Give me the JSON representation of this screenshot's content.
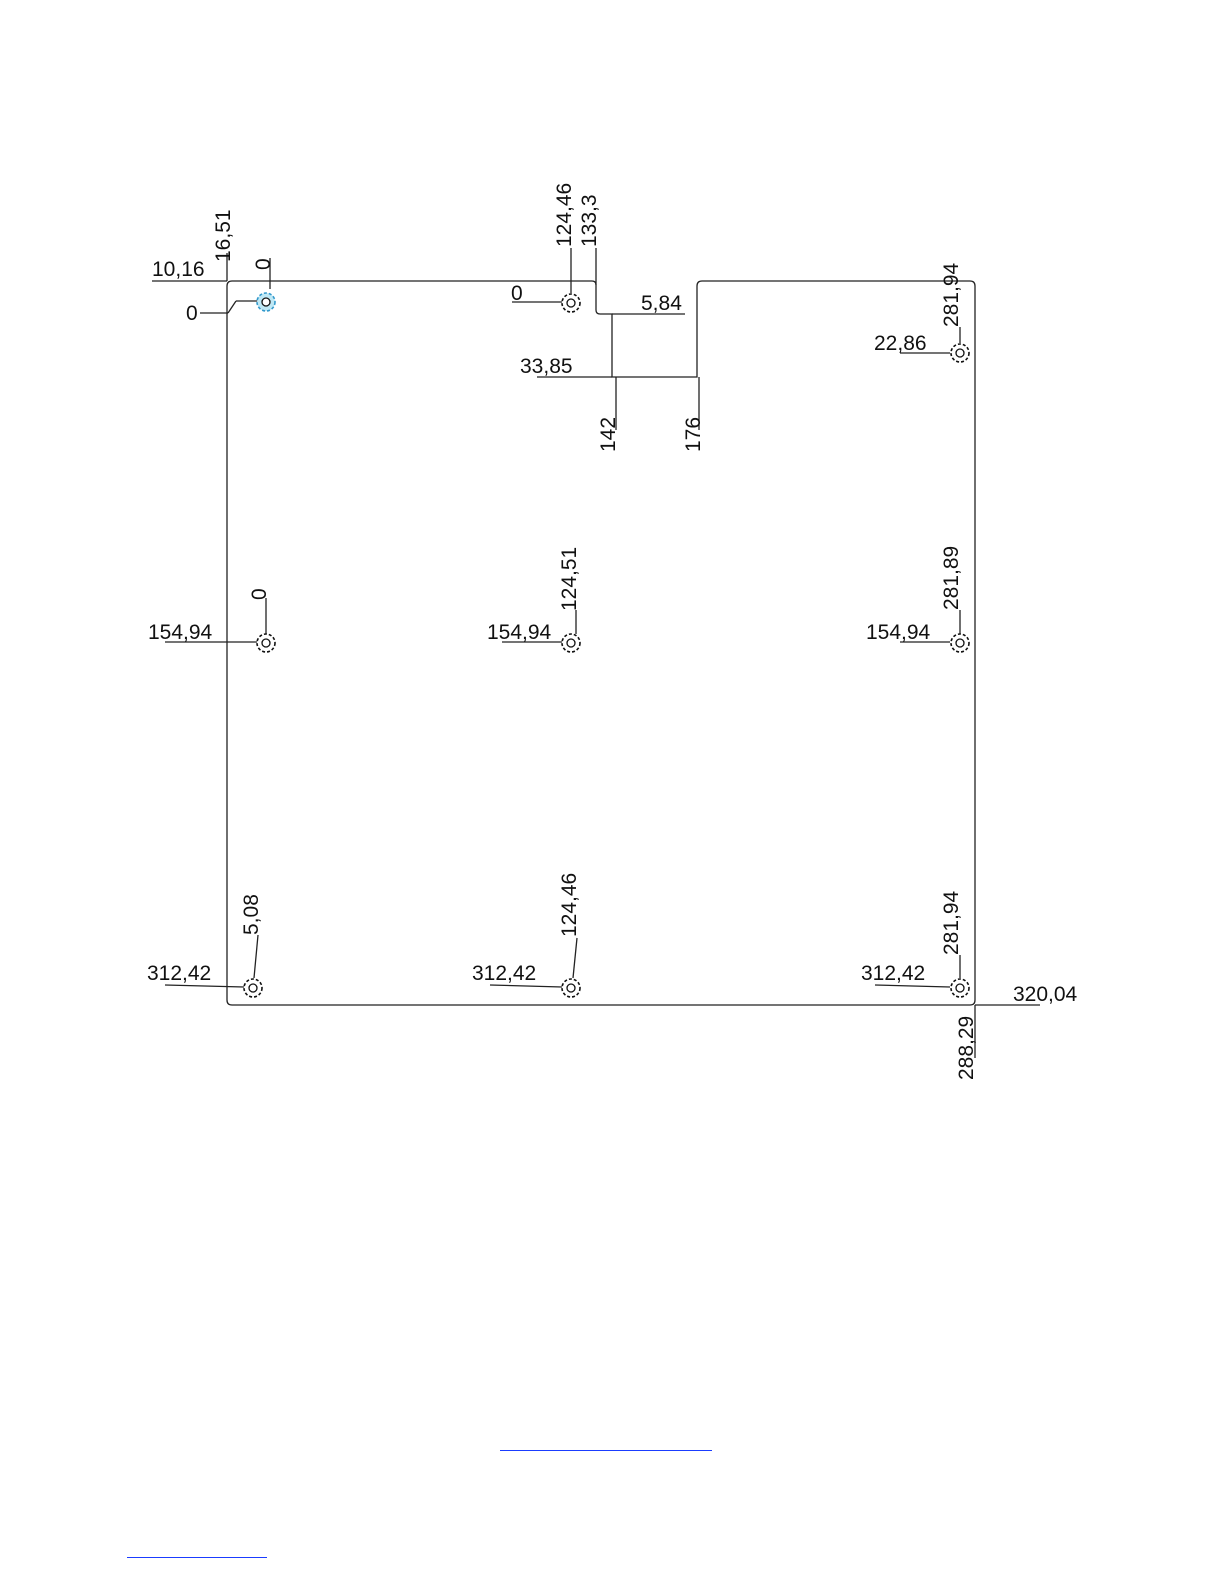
{
  "board_outline": {
    "dimensions": {
      "top_left_x": "16,51",
      "top_left_y": "10,16",
      "origin_hole_x": "0",
      "origin_hole_y": "0",
      "top_mid_x": "124,46",
      "notch_x1": "133,3",
      "notch_y1": "5,84",
      "notch_y2": "33,85",
      "notch_x2": "142",
      "notch_x3": "176",
      "mid_top_y": "0",
      "right_top_x": "281,94",
      "right_top_y": "22,86",
      "left_mid_x": "0",
      "left_mid_y": "154,94",
      "center_x": "124,51",
      "center_y": "154,94",
      "right_mid_x": "281,89",
      "right_mid_y": "154,94",
      "left_bottom_x": "5,08",
      "left_bottom_y": "312,42",
      "mid_bottom_x": "124,46",
      "mid_bottom_y": "312,42",
      "right_bottom_x": "281,94",
      "right_bottom_y": "312,42",
      "board_height": "320,04",
      "board_width": "288,29"
    }
  },
  "footer": {
    "link_1": "",
    "link_2": ""
  }
}
